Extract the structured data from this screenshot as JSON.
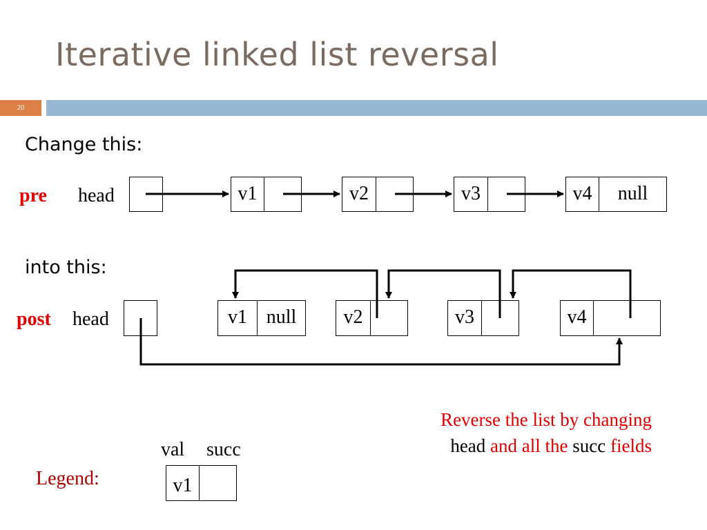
{
  "title": "Iterative linked list reversal",
  "slide_number": "20",
  "change_heading": "Change this:",
  "into_heading": "into this:",
  "pre_label": "pre",
  "post_label": "post",
  "head_label": "head",
  "pre_nodes": [
    {
      "val": "v1",
      "succ": ""
    },
    {
      "val": "v2",
      "succ": ""
    },
    {
      "val": "v3",
      "succ": ""
    },
    {
      "val": "v4",
      "succ": "null"
    }
  ],
  "post_nodes": [
    {
      "val": "v1",
      "succ": "null"
    },
    {
      "val": "v2",
      "succ": ""
    },
    {
      "val": "v3",
      "succ": ""
    },
    {
      "val": "v4",
      "succ": ""
    }
  ],
  "note": {
    "line1": "Reverse the list by changing",
    "line2_part1": "head",
    "line2_part2": " and all the ",
    "line2_part3": "succ",
    "line2_part4": " fields"
  },
  "legend": {
    "label": "Legend:",
    "val_label": "val",
    "succ_label": "succ",
    "node_val": "v1"
  },
  "colors": {
    "title": "#7a6a5f",
    "accent_orange": "#dd8047",
    "header_bar": "#94b6d2",
    "highlight_red": "#e00000"
  }
}
